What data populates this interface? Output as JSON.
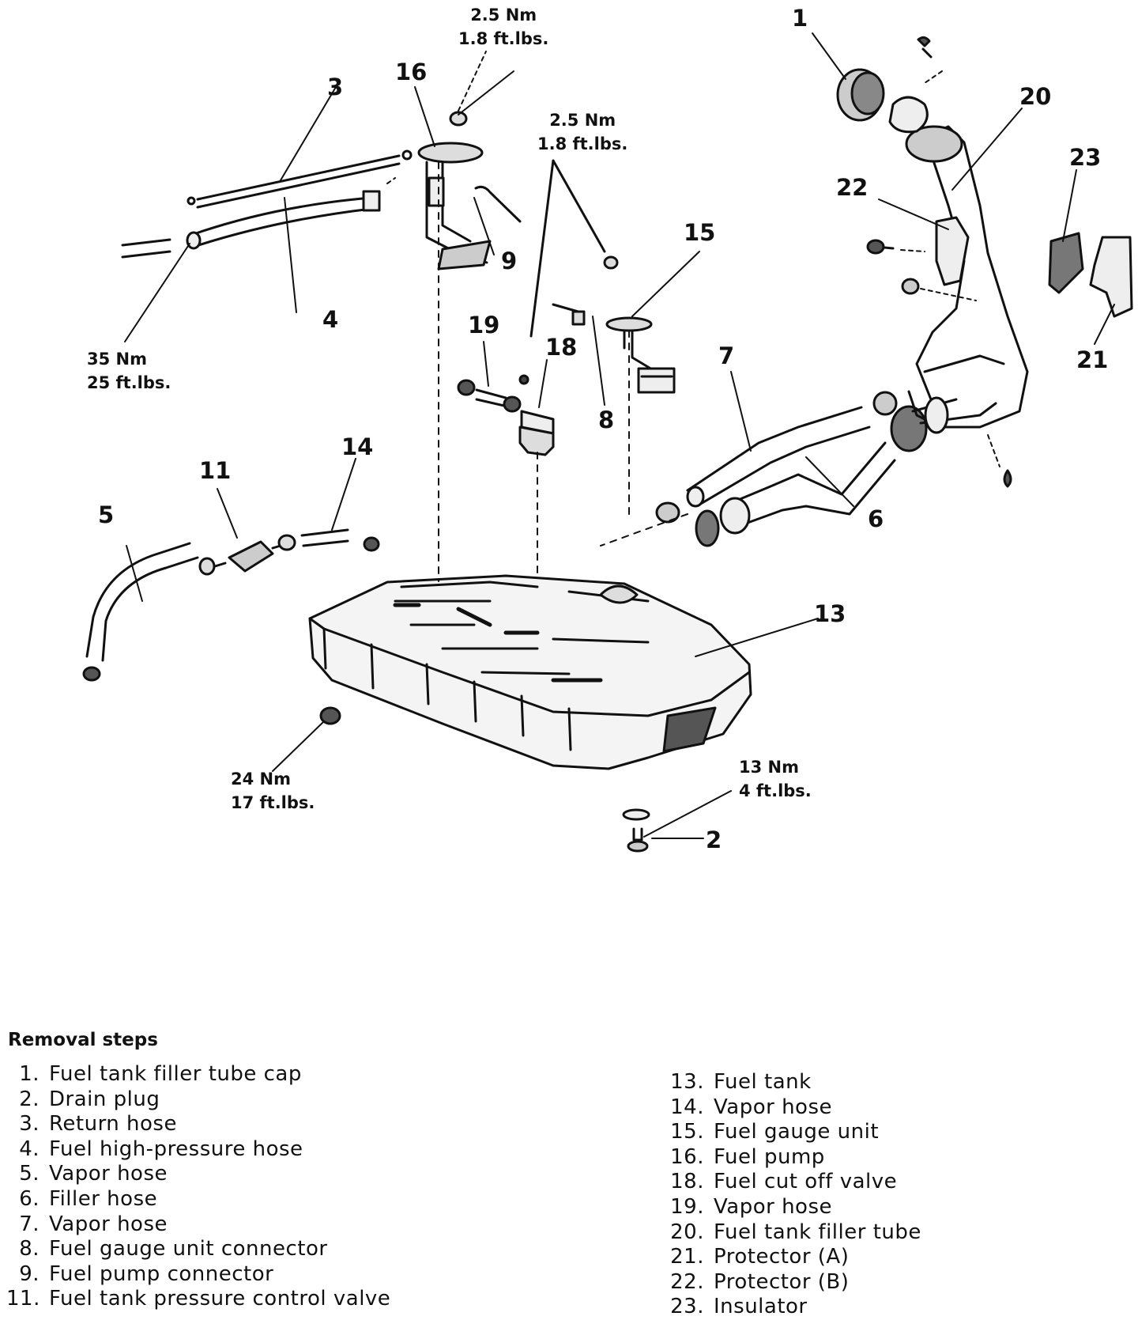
{
  "callouts": [
    {
      "id": "1",
      "label": "1"
    },
    {
      "id": "2",
      "label": "2"
    },
    {
      "id": "3",
      "label": "3"
    },
    {
      "id": "4",
      "label": "4"
    },
    {
      "id": "5",
      "label": "5"
    },
    {
      "id": "6",
      "label": "6"
    },
    {
      "id": "7",
      "label": "7"
    },
    {
      "id": "8",
      "label": "8"
    },
    {
      "id": "9",
      "label": "9"
    },
    {
      "id": "11",
      "label": "11"
    },
    {
      "id": "13",
      "label": "13"
    },
    {
      "id": "14",
      "label": "14"
    },
    {
      "id": "15",
      "label": "15"
    },
    {
      "id": "16",
      "label": "16"
    },
    {
      "id": "18",
      "label": "18"
    },
    {
      "id": "19",
      "label": "19"
    },
    {
      "id": "20",
      "label": "20"
    },
    {
      "id": "21",
      "label": "21"
    },
    {
      "id": "22",
      "label": "22"
    },
    {
      "id": "23",
      "label": "23"
    }
  ],
  "torque_specs": [
    {
      "id": "pump-nut",
      "metric": "2.5 Nm",
      "imperial": "1.8 ft.lbs."
    },
    {
      "id": "gauge-nut",
      "metric": "2.5 Nm",
      "imperial": "1.8 ft.lbs."
    },
    {
      "id": "hose-fitting",
      "metric": "35 Nm",
      "imperial": "25 ft.lbs."
    },
    {
      "id": "tank-bolt",
      "metric": "24 Nm",
      "imperial": "17 ft.lbs."
    },
    {
      "id": "drain-plug",
      "metric": "13 Nm",
      "imperial": "4 ft.lbs."
    }
  ],
  "removal": {
    "title": "Removal steps",
    "left_steps": [
      {
        "num": "1.",
        "text": "Fuel tank filler tube cap"
      },
      {
        "num": "2.",
        "text": "Drain plug"
      },
      {
        "num": "3.",
        "text": "Return hose"
      },
      {
        "num": "4.",
        "text": "Fuel high-pressure hose"
      },
      {
        "num": "5.",
        "text": "Vapor hose"
      },
      {
        "num": "6.",
        "text": "Filler hose"
      },
      {
        "num": "7.",
        "text": "Vapor hose"
      },
      {
        "num": "8.",
        "text": "Fuel gauge unit connector"
      },
      {
        "num": "9.",
        "text": "Fuel pump connector"
      },
      {
        "num": "11.",
        "text": "Fuel tank pressure control valve"
      }
    ],
    "right_steps": [
      {
        "num": "13.",
        "text": "Fuel tank"
      },
      {
        "num": "14.",
        "text": "Vapor hose"
      },
      {
        "num": "15.",
        "text": "Fuel gauge unit"
      },
      {
        "num": "16.",
        "text": "Fuel pump"
      },
      {
        "num": "18.",
        "text": "Fuel cut off valve"
      },
      {
        "num": "19.",
        "text": "Vapor hose"
      },
      {
        "num": "20.",
        "text": "Fuel tank filler tube"
      },
      {
        "num": "21.",
        "text": "Protector (A)"
      },
      {
        "num": "22.",
        "text": "Protector (B)"
      },
      {
        "num": "23.",
        "text": "Insulator"
      }
    ]
  }
}
